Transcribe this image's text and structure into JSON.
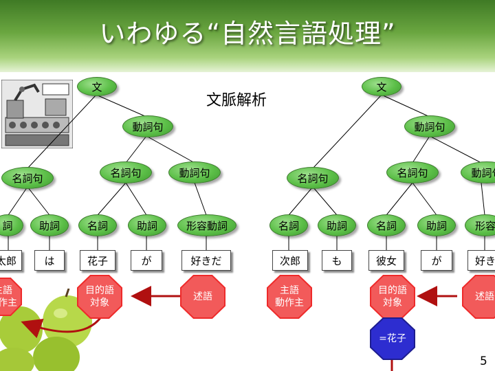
{
  "slide": {
    "title": "いわゆる“自然言語処理”",
    "subtitle": "文脈解析",
    "page_number": "5"
  },
  "colors": {
    "phrase_node": "#5cbf48",
    "role_red": "#ee2a2a",
    "role_blue": "#2d2dd0",
    "title_band": "#6aa640",
    "arrow": "#b01010"
  },
  "left_tree": {
    "root": "文",
    "vp": "動詞句",
    "np_subject": "名詞句",
    "np_object": "名詞句",
    "vp_inner": "動詞句",
    "pos": [
      "詞",
      "助詞",
      "名詞",
      "助詞",
      "形容動詞"
    ],
    "words": [
      "太郎",
      "は",
      "花子",
      "が",
      "好きだ"
    ],
    "roles": {
      "subject": "主語\n動作主",
      "object": "目的語\n対象",
      "predicate": "述語"
    }
  },
  "right_tree": {
    "root": "文",
    "vp": "動詞句",
    "np_subject": "名詞句",
    "np_object": "名詞句",
    "vp_inner": "動詞句",
    "pos": [
      "名詞",
      "助詞",
      "名詞",
      "助詞",
      "形容"
    ],
    "words": [
      "次郎",
      "も",
      "彼女",
      "が",
      "好き"
    ],
    "roles": {
      "subject": "主語\n動作主",
      "object": "目的語\n対象",
      "predicate": "述語"
    },
    "coref": "=花子"
  }
}
